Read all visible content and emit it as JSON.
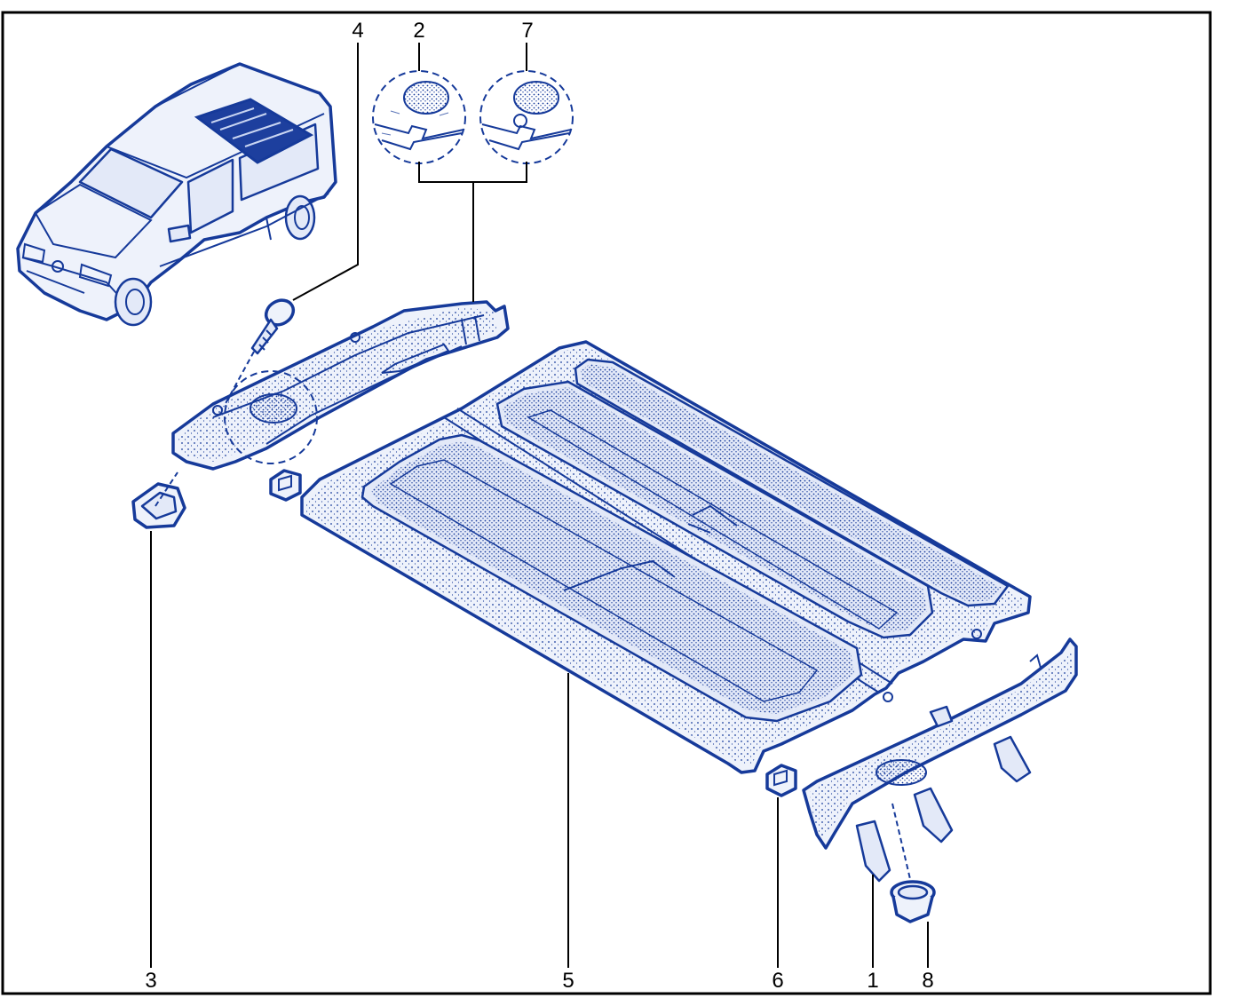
{
  "callouts": {
    "c1": "1",
    "c2": "2",
    "c3": "3",
    "c4": "4",
    "c5": "5",
    "c6": "6",
    "c7": "7",
    "c8": "8"
  },
  "colors": {
    "line": "#163a9a",
    "fill": "#eef2fb",
    "highlight": "#1d3f9e",
    "frame": "#000000"
  }
}
